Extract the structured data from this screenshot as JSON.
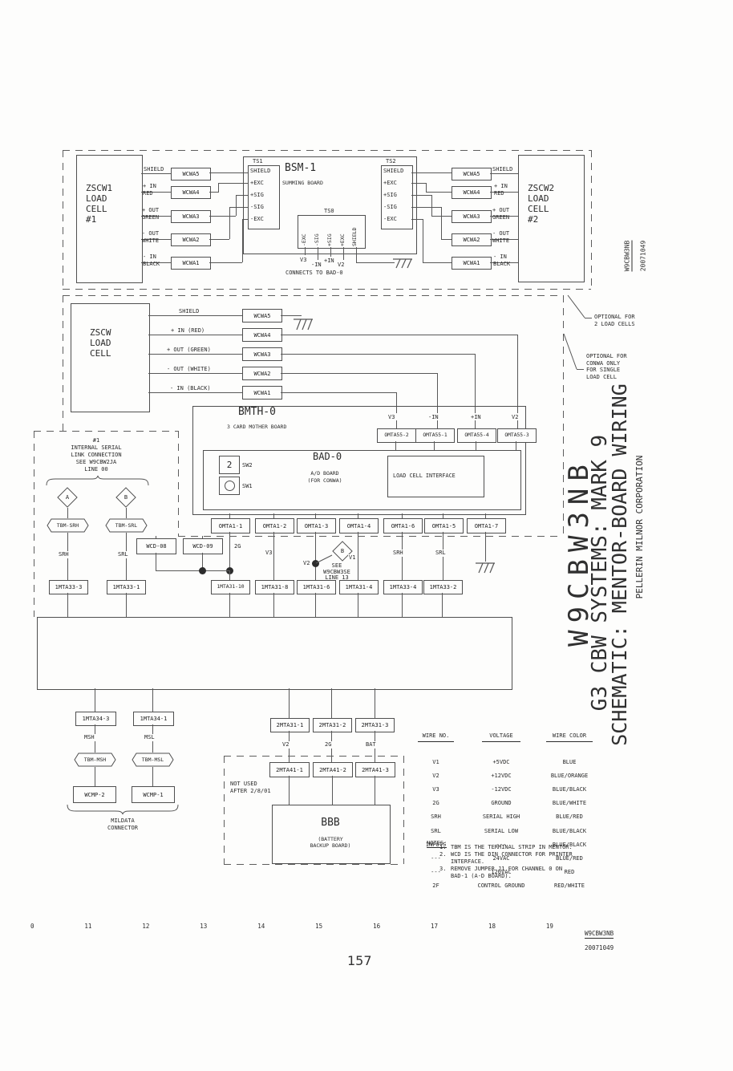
{
  "titles": {
    "doc_code": "W9CBW3NB",
    "system_line": "G3 CBW SYSTEMS: MARK 9",
    "schematic_line": "SCHEMATIC: MENTOR-BOARD WIRING",
    "company": "PELLERIN MILNOR CORPORATION",
    "corner_code": "W9CBW3NB",
    "corner_num": "20071049"
  },
  "footer": {
    "ruler": [
      "0",
      "11",
      "12",
      "13",
      "14",
      "15",
      "16",
      "17",
      "18",
      "19"
    ],
    "doc_code": "W9CBW3NB",
    "doc_num": "20071049",
    "page_number": "157"
  },
  "wcwa": [
    "WCWA5",
    "WCWA4",
    "WCWA3",
    "WCWA2",
    "WCWA1"
  ],
  "top": {
    "cell1": "ZSCW1\nLOAD\nCELL\n#1",
    "cell2": "ZSCW2\nLOAD\nCELL\n#2",
    "wire_labels": [
      "SHIELD",
      "+ IN\nRED",
      "+ OUT\nGREEN",
      "- OUT\nWHITE",
      "- IN\nBLACK"
    ],
    "ts1_title": "TS1",
    "ts2_title": "TS2",
    "ts0_title": "TS0",
    "bsm_title": "BSM-1",
    "bsm_sub": "SUMMING BOARD",
    "ts_terminals": [
      "SHIELD",
      "+EXC",
      "+SIG",
      "-SIG",
      "-EXC"
    ],
    "ts0_terminals": [
      "-EXC",
      "-SIG",
      "+SIG",
      "+EXC",
      "SHIELD"
    ],
    "ts0_wires": [
      "V3",
      "-IN",
      "+IN",
      "V2"
    ],
    "connects_note": "CONNECTS TO BAD-0"
  },
  "mid": {
    "cell": "ZSCW\nLOAD\nCELL",
    "wire_labels": [
      "SHIELD",
      "+ IN (RED)",
      "+ OUT (GREEN)",
      "- OUT (WHITE)",
      "- IN (BLACK)"
    ],
    "note_two_cells": "OPTIONAL FOR\n2 LOAD CELLS",
    "note_single": "OPTIONAL FOR\nCONWA ONLY\nFOR SINGLE\nLOAD CELL"
  },
  "board": {
    "bmth_title": "BMTH-0",
    "bmth_sub": "3 CARD MOTHER BOARD",
    "omta55_wires": [
      "V3",
      "-IN",
      "+IN",
      "V2"
    ],
    "omta55": [
      "OMTA55-2",
      "OMTA55-1",
      "OMTA55-4",
      "OMTA55-3"
    ],
    "bad_title": "BAD-0",
    "bad_sub": "A/D BOARD\n(FOR CONWA)",
    "sw2_value": "2",
    "sw2": "SW2",
    "sw1": "SW1",
    "lci": "LOAD CELL INTERFACE",
    "omta1": [
      "OMTA1-1",
      "OMTA1-2",
      "OMTA1-3",
      "OMTA1-4",
      "OMTA1-6",
      "OMTA1-5",
      "OMTA1-7"
    ],
    "wire_2g": "2G",
    "wire_v3": "V3",
    "wire_v2": "V2",
    "wire_v1": "V1",
    "wire_srh": "SRH",
    "wire_srl": "SRL",
    "see_note": "SEE\nW9CBW3SE\nLINE 13",
    "diamond_b": "B"
  },
  "serial": {
    "header": "#1\nINTERNAL SERIAL\nLINK CONNECTION\nSEE W9CBW2JA\nLINE 00",
    "diamond_a": "A",
    "diamond_b": "B",
    "tbm_srh": "TBM-SRH",
    "tbm_srl": "TBM-SRL",
    "srh": "SRH",
    "srl": "SRL",
    "mta33_3": "1MTA33-3",
    "mta33_1": "1MTA33-1",
    "wcd08": "WCD-08",
    "wcd09": "WCD-09"
  },
  "mta_row": [
    "1MTA31-10",
    "1MTA31-8",
    "1MTA31-6",
    "1MTA31-4",
    "1MTA33-4",
    "1MTA33-2"
  ],
  "mildata": {
    "mta34": [
      "1MTA34-3",
      "1MTA34-1"
    ],
    "msh": "MSH",
    "msl": "MSL",
    "tbm_msh": "TBM-MSH",
    "tbm_msl": "TBM-MSL",
    "wcmp": [
      "WCMP-2",
      "WCMP-1"
    ],
    "caption": "MILDATA\nCONNECTOR"
  },
  "battery": {
    "mta31": [
      "2MTA31-1",
      "2MTA31-2",
      "2MTA31-3"
    ],
    "wires": [
      "V2",
      "2G",
      "BAT"
    ],
    "not_used": "NOT USED\nAFTER 2/8/01",
    "mta41": [
      "2MTA41-1",
      "2MTA41-2",
      "2MTA41-3"
    ],
    "bbb": "BBB",
    "bbb_sub": "(BATTERY\nBACKUP BOARD)"
  },
  "wire_table": {
    "headers": [
      "WIRE NO.",
      "VOLTAGE",
      "WIRE COLOR"
    ],
    "rows": [
      [
        "V1",
        "+5VDC",
        "BLUE"
      ],
      [
        "V2",
        "+12VDC",
        "BLUE/ORANGE"
      ],
      [
        "V3",
        "-12VDC",
        "BLUE/BLACK"
      ],
      [
        "2G",
        "GROUND",
        "BLUE/WHITE"
      ],
      [
        "SRH",
        "SERIAL HIGH",
        "BLUE/RED"
      ],
      [
        "SRL",
        "SERIAL LOW",
        "BLUE/BLACK"
      ],
      [
        "INPUTS",
        "---",
        "BLUE/BLACK"
      ],
      [
        "---",
        "24VAC",
        "BLUE/RED"
      ],
      [
        "---",
        "120VAC",
        "RED"
      ],
      [
        "2F",
        "CONTROL GROUND",
        "RED/WHITE"
      ]
    ]
  },
  "notes": {
    "title": "NOTES:",
    "numbers": [
      "1.",
      "2.",
      "3."
    ],
    "items": [
      "TBM IS THE TERMINAL STRIP IN MENTOR.",
      "WCD IS THE DIN CONNECTOR FOR PRINTER\nINTERFACE.",
      "REMOVE JUMPER J1 FOR CHANNEL 0 ON\nBAD-1 (A-D BOARD)."
    ]
  }
}
